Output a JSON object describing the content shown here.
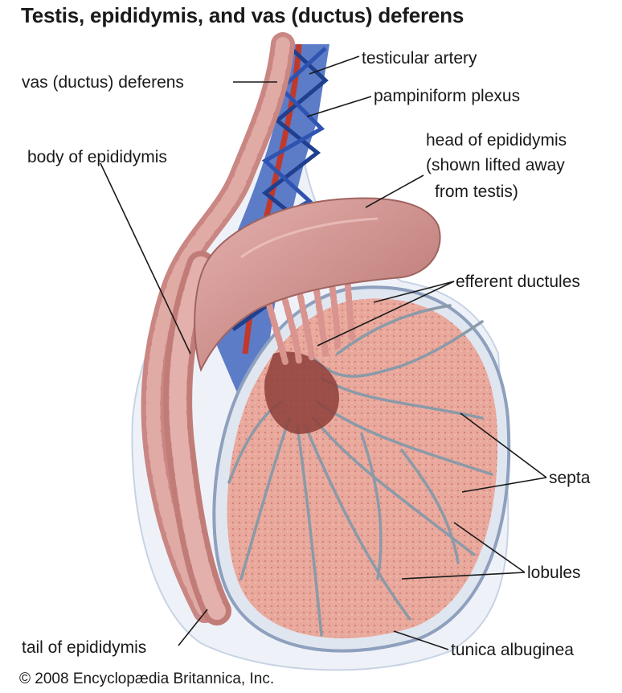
{
  "title": "Testis, epididymis, and vas (ductus) deferens",
  "labels": {
    "testicular_artery": "testicular artery",
    "vas_deferens": "vas (ductus) deferens",
    "pampiniform_plexus": "pampiniform plexus",
    "body_of_epididymis": "body of epididymis",
    "head_line1": "head of epididymis",
    "head_line2": "(shown lifted away",
    "head_line3": "from testis)",
    "efferent_ductules": "efferent ductules",
    "septa": "septa",
    "lobules": "lobules",
    "tail_of_epididymis": "tail of epididymis",
    "tunica_albuginea": "tunica albuginea"
  },
  "credit": "© 2008 Encyclopædia Britannica, Inc.",
  "colors": {
    "epididymis": "#d89a96",
    "epididymis_shadow": "#b06c6a",
    "testis_tissue": "#e7a59a",
    "tunica": "#aebbd0",
    "septa": "#8a9aa8",
    "veins": "#3c5aa6",
    "artery": "#c0392b",
    "leader_line": "#1a1a1a"
  }
}
